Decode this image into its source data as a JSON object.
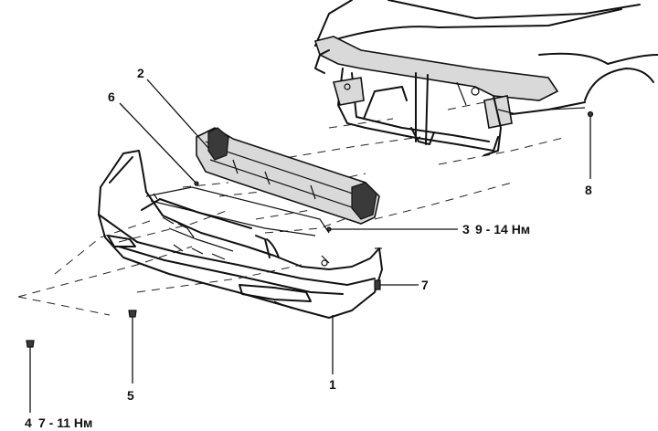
{
  "callouts": [
    {
      "id": "1",
      "number": "1",
      "torque": ""
    },
    {
      "id": "2",
      "number": "2",
      "torque": ""
    },
    {
      "id": "3",
      "number": "3",
      "torque": "9 - 14 Нм"
    },
    {
      "id": "4",
      "number": "4",
      "torque": "7 - 11 Нм"
    },
    {
      "id": "5",
      "number": "5",
      "torque": ""
    },
    {
      "id": "6",
      "number": "6",
      "torque": ""
    },
    {
      "id": "7",
      "number": "7",
      "torque": ""
    },
    {
      "id": "8",
      "number": "8",
      "torque": ""
    }
  ]
}
